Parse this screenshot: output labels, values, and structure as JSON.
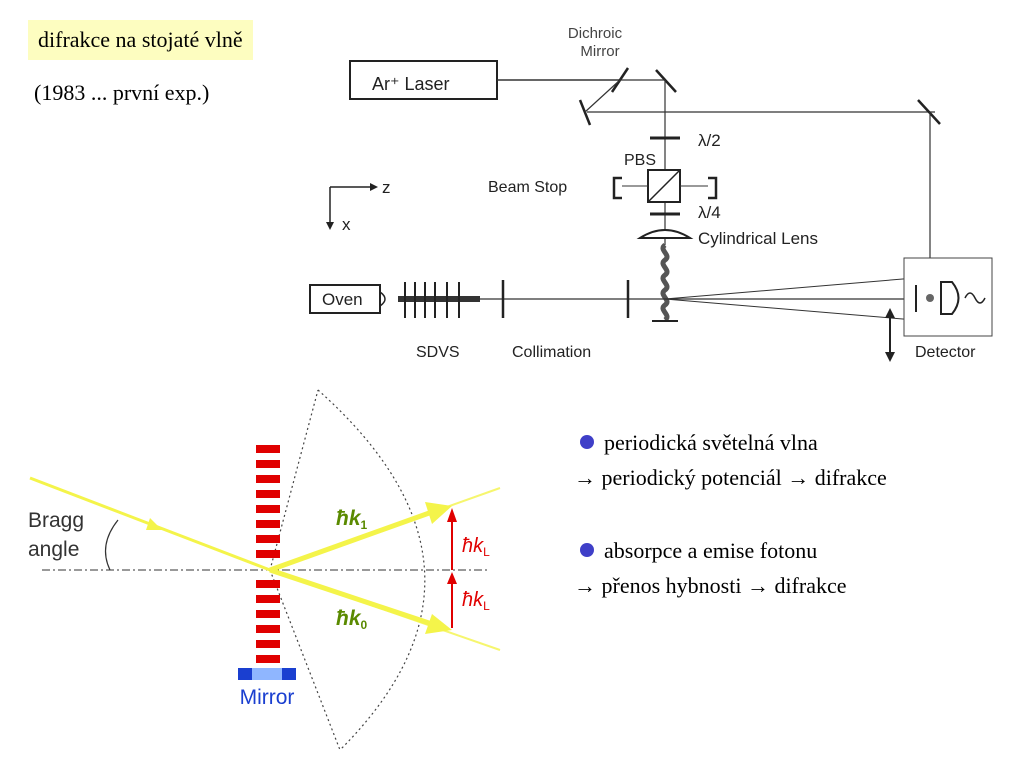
{
  "title": "difrakce na stojaté vlně",
  "subtitle": "(1983 ... první exp.)",
  "setup": {
    "dichroic_line1": "Dichroic",
    "dichroic_line2": "Mirror",
    "laser": "Ar⁺ Laser",
    "lambda_half": "λ/2",
    "pbs": "PBS",
    "beam_stop": "Beam Stop",
    "lambda_quarter": "λ/4",
    "cyl_lens": "Cylindrical Lens",
    "axis_z": "z",
    "axis_x": "x",
    "oven": "Oven",
    "sdvs": "SDVS",
    "collimation": "Collimation",
    "detector": "Detector"
  },
  "bragg": {
    "label_line1": "Bragg",
    "label_line2": "angle",
    "k1": "ħk",
    "k1_sub": "1",
    "k0": "ħk",
    "k0_sub": "0",
    "kl_upper": "ħk",
    "kl_upper_sub": "L",
    "kl_lower": "ħk",
    "kl_lower_sub": "L",
    "mirror": "Mirror"
  },
  "bullets": [
    {
      "line1": "periodická světelná vlna",
      "line2": "→ periodický potenciál → difrakce"
    },
    {
      "line1": "absorpce a emise fotonu",
      "line2": "→ přenos hybnosti → difrakce"
    }
  ],
  "colors": {
    "title_bg": "#fdfdc0",
    "bullet_dot": "#3f3fc8",
    "beam_yellow": "#f4f44a",
    "arrow_red": "#e00000",
    "mirror_blue": "#1a3fd0",
    "k_label_green": "#5a8a00"
  }
}
